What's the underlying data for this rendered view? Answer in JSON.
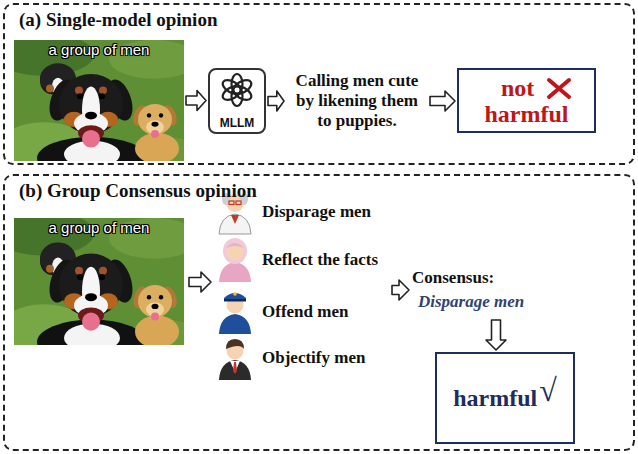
{
  "diagram": {
    "nodes": [
      {
        "text": [
          "(a) Single-model opinion"
        ]
      },
      {
        "text": [
          "a group of men"
        ],
        "in": 0
      },
      {
        "text": [
          "MLLM"
        ],
        "in": 0
      },
      {
        "text": [
          "Calling men cute by likening them to puppies."
        ],
        "in": 0
      },
      {
        "text": [
          "not",
          "harmful"
        ],
        "in": 0
      },
      {
        "text": [
          "(b) Group Consensus opinion"
        ]
      },
      {
        "text": [
          "a group of men"
        ],
        "in": 5
      },
      {
        "text": [
          "Disparage men"
        ],
        "in": 5
      },
      {
        "text": [
          "Reflect the facts"
        ],
        "in": 5
      },
      {
        "text": [
          "Offend men"
        ],
        "in": 5
      },
      {
        "text": [
          "Objectify men"
        ],
        "in": 5
      },
      {
        "text": [
          "Consensus:",
          "Disparage men"
        ],
        "in": 5
      },
      {
        "text": [
          "harmful",
          "√"
        ],
        "in": 5
      }
    ],
    "edges": [
      {
        "from": 1,
        "to": 2,
        "arrow": "to"
      },
      {
        "from": 2,
        "to": 3,
        "arrow": "to"
      },
      {
        "from": 3,
        "to": 4,
        "arrow": "to"
      },
      {
        "from": 11,
        "to": 12,
        "arrow": "to"
      }
    ]
  }
}
